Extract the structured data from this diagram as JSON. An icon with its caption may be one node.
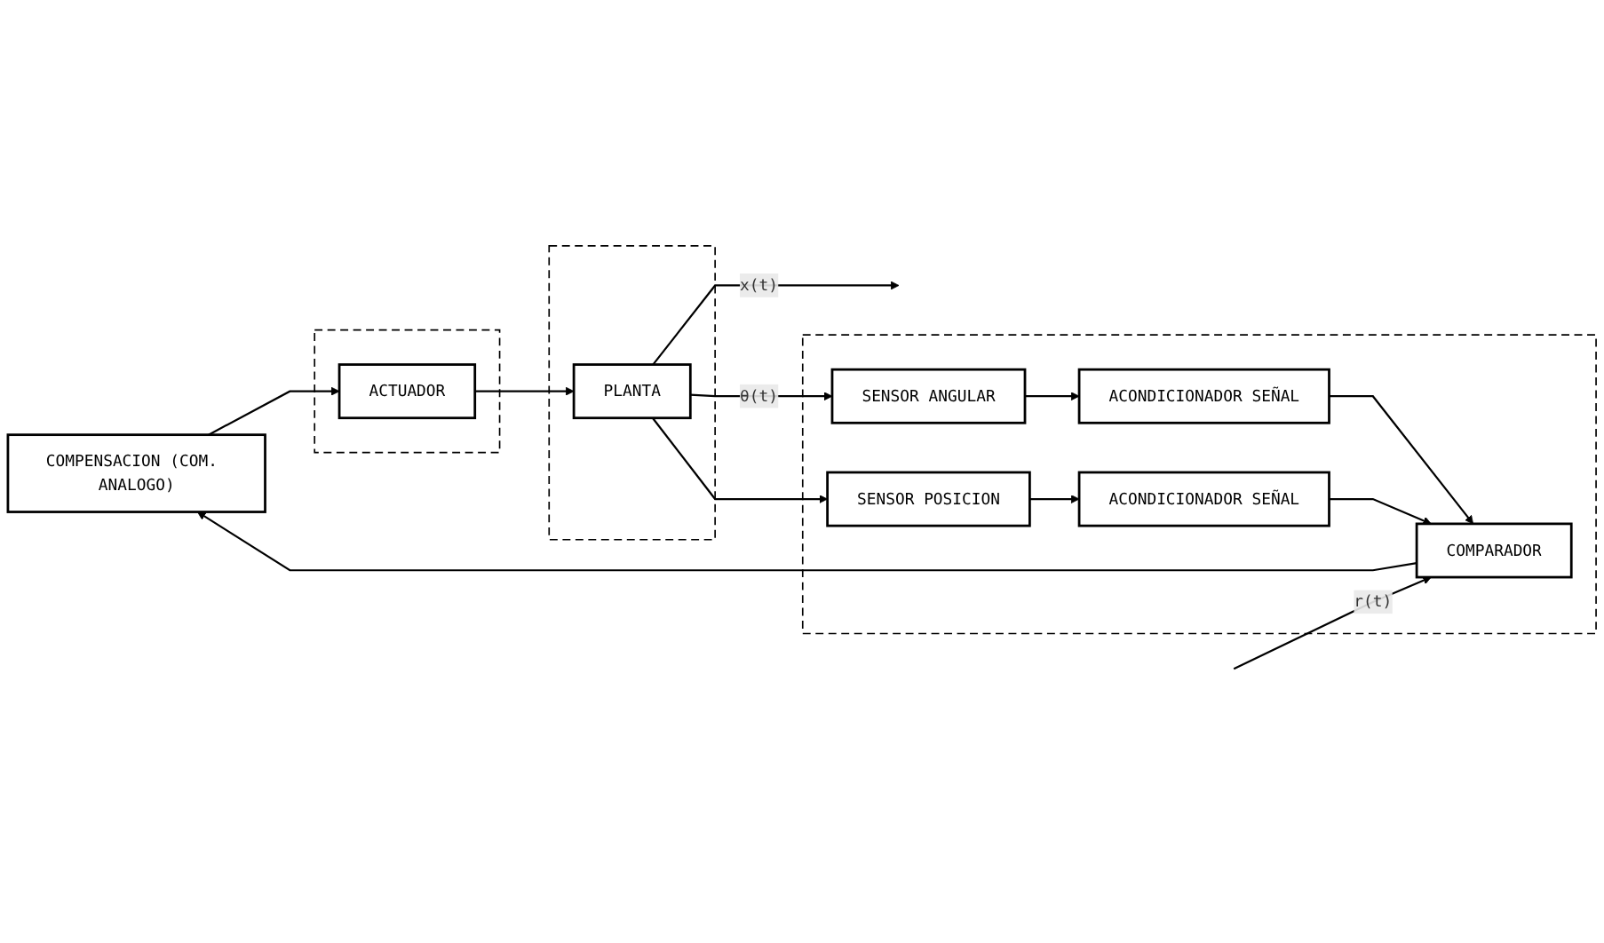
{
  "diagram": {
    "nodes": [
      {
        "text": [
          "COMPENSACION (COM. ANALOGO)"
        ]
      },
      {
        "text": [],
        "shape": "box"
      },
      {
        "text": [
          "ACTUADOR"
        ],
        "in": 1
      },
      {
        "text": [],
        "shape": "box"
      },
      {
        "text": [
          "PLANTA"
        ],
        "in": 3
      },
      {
        "text": [],
        "shape": "box"
      },
      {
        "text": [
          "COMPARADOR"
        ],
        "in": 5
      },
      {
        "text": [
          "ACONDICIONADOR SEÑAL"
        ],
        "in": 5
      },
      {
        "text": [
          "SENSOR ANGULAR"
        ],
        "in": 5
      },
      {
        "text": [
          "ACONDICIONADOR SEÑAL"
        ],
        "in": 5
      },
      {
        "text": [
          "SENSOR POSICION"
        ],
        "in": 5
      }
    ],
    "edges": [
      {
        "from": null,
        "to": 6,
        "arrow": "to",
        "label": "r(t)"
      },
      {
        "from": 6,
        "to": 0,
        "arrow": "to"
      },
      {
        "from": 0,
        "to": 2,
        "arrow": "to"
      },
      {
        "from": 2,
        "to": 4,
        "arrow": "to"
      },
      {
        "from": 4,
        "to": null,
        "arrow": "to",
        "label": "x(t)"
      },
      {
        "from": 4,
        "to": 8,
        "arrow": "to",
        "label": "θ(t)"
      },
      {
        "from": 8,
        "to": 7,
        "arrow": "to"
      },
      {
        "from": 7,
        "to": 6,
        "arrow": "to"
      },
      {
        "from": 4,
        "to": 10,
        "arrow": "to"
      },
      {
        "from": 10,
        "to": 9,
        "arrow": "to"
      },
      {
        "from": 9,
        "to": 6,
        "arrow": "to"
      }
    ]
  }
}
